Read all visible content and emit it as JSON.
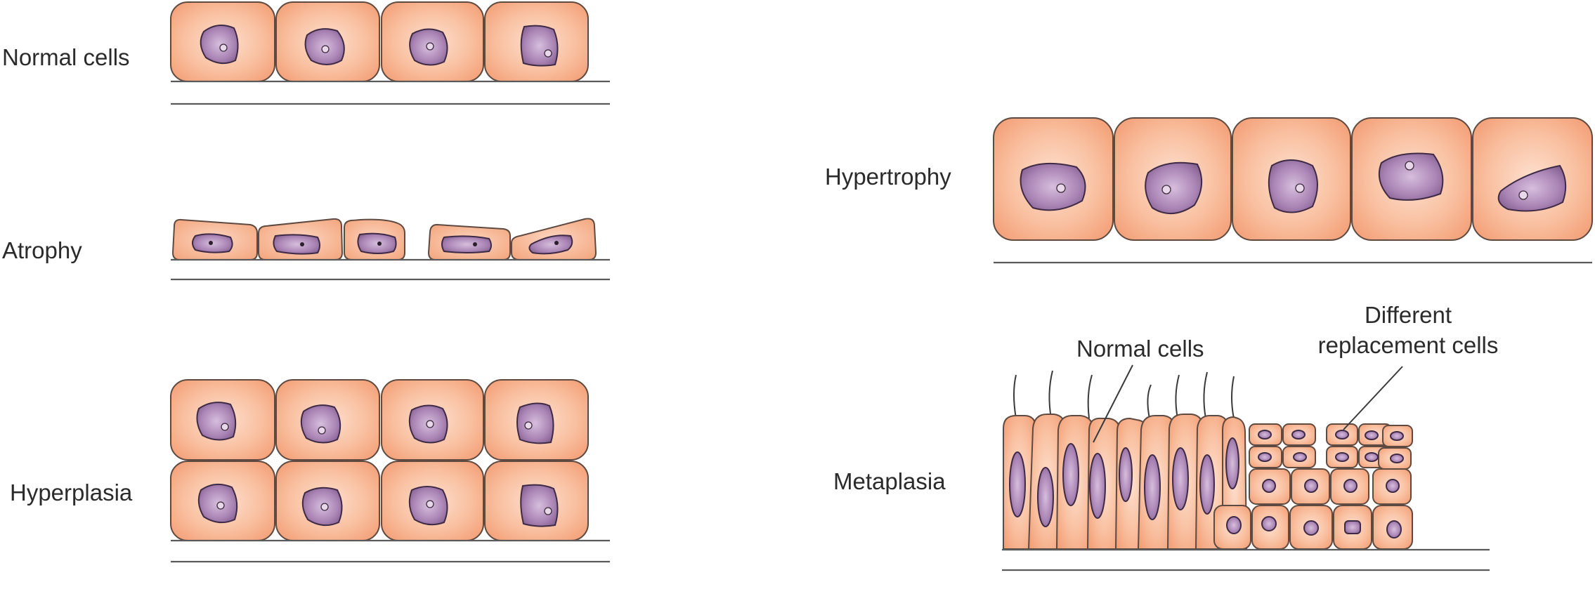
{
  "labels": {
    "normal_cells": "Normal cells",
    "atrophy": "Atrophy",
    "hyperplasia": "Hyperplasia",
    "hypertrophy": "Hypertrophy",
    "metaplasia": "Metaplasia",
    "metaplasia_normal_cells": "Normal cells",
    "different_line1": "Different",
    "different_line2": "replacement cells"
  },
  "colors": {
    "cell_fill": "#f8b18d",
    "cell_border": "#5e4a40",
    "nucleus_fill": "#a57bb0",
    "line": "#5a5a5a",
    "text": "#2b2b2b"
  }
}
